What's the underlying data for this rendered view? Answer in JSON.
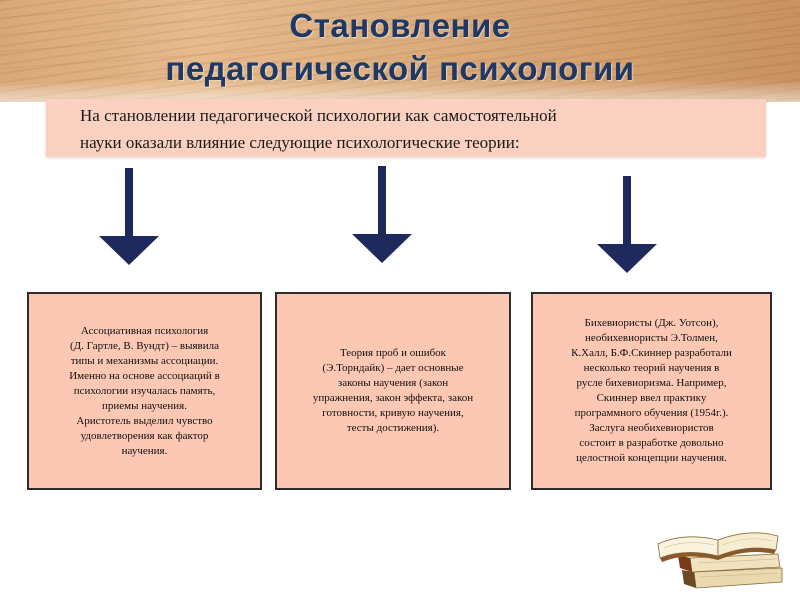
{
  "slide": {
    "title_line1": "Становление",
    "title_line2": "педагогической психологии",
    "intro_line1": "На становлении педагогической психологии как самостоятельной",
    "intro_line2": "науки оказали влияние следующие психологические теории:",
    "theories": [
      {
        "lines": [
          "Ассоциативная психология",
          "(Д. Гартле, В. Вундт) – выявила",
          "типы и механизмы ассоциации.",
          "Именно на основе ассоциаций в",
          "психологии изучалась память,",
          "приемы научения.",
          "Аристотель выделил чувство",
          "удовлетворения как фактор",
          "научения."
        ]
      },
      {
        "lines": [
          "Теория проб и ошибок",
          "(Э.Торндайк) – дает основные",
          "законы научения (закон",
          "упражнения, закон эффекта, закон",
          "готовности, кривую научения,",
          "тесты достижения)."
        ]
      },
      {
        "lines": [
          "Бихевиористы (Дж. Уотсон),",
          "необихевиористы Э.Толмен,",
          "К.Халл, Б.Ф.Скиннер разработали",
          "несколько теорий научения в",
          "русле бихевиоризма. Например,",
          "Скиннер ввел практику",
          "программного обучения (1954г.).",
          "Заслуга необихевиористов",
          "состоит в разработке довольно",
          "целостной концепции научения."
        ]
      }
    ]
  },
  "colors": {
    "title": "#1f3864",
    "arrow": "#1f2a5c",
    "banner": "#fad0c0",
    "box_fill": "#fcc8b3",
    "box_border": "#2c2c2c"
  },
  "icons": {
    "arrows": "arrow-down-icon",
    "books": "book-stack-icon"
  }
}
